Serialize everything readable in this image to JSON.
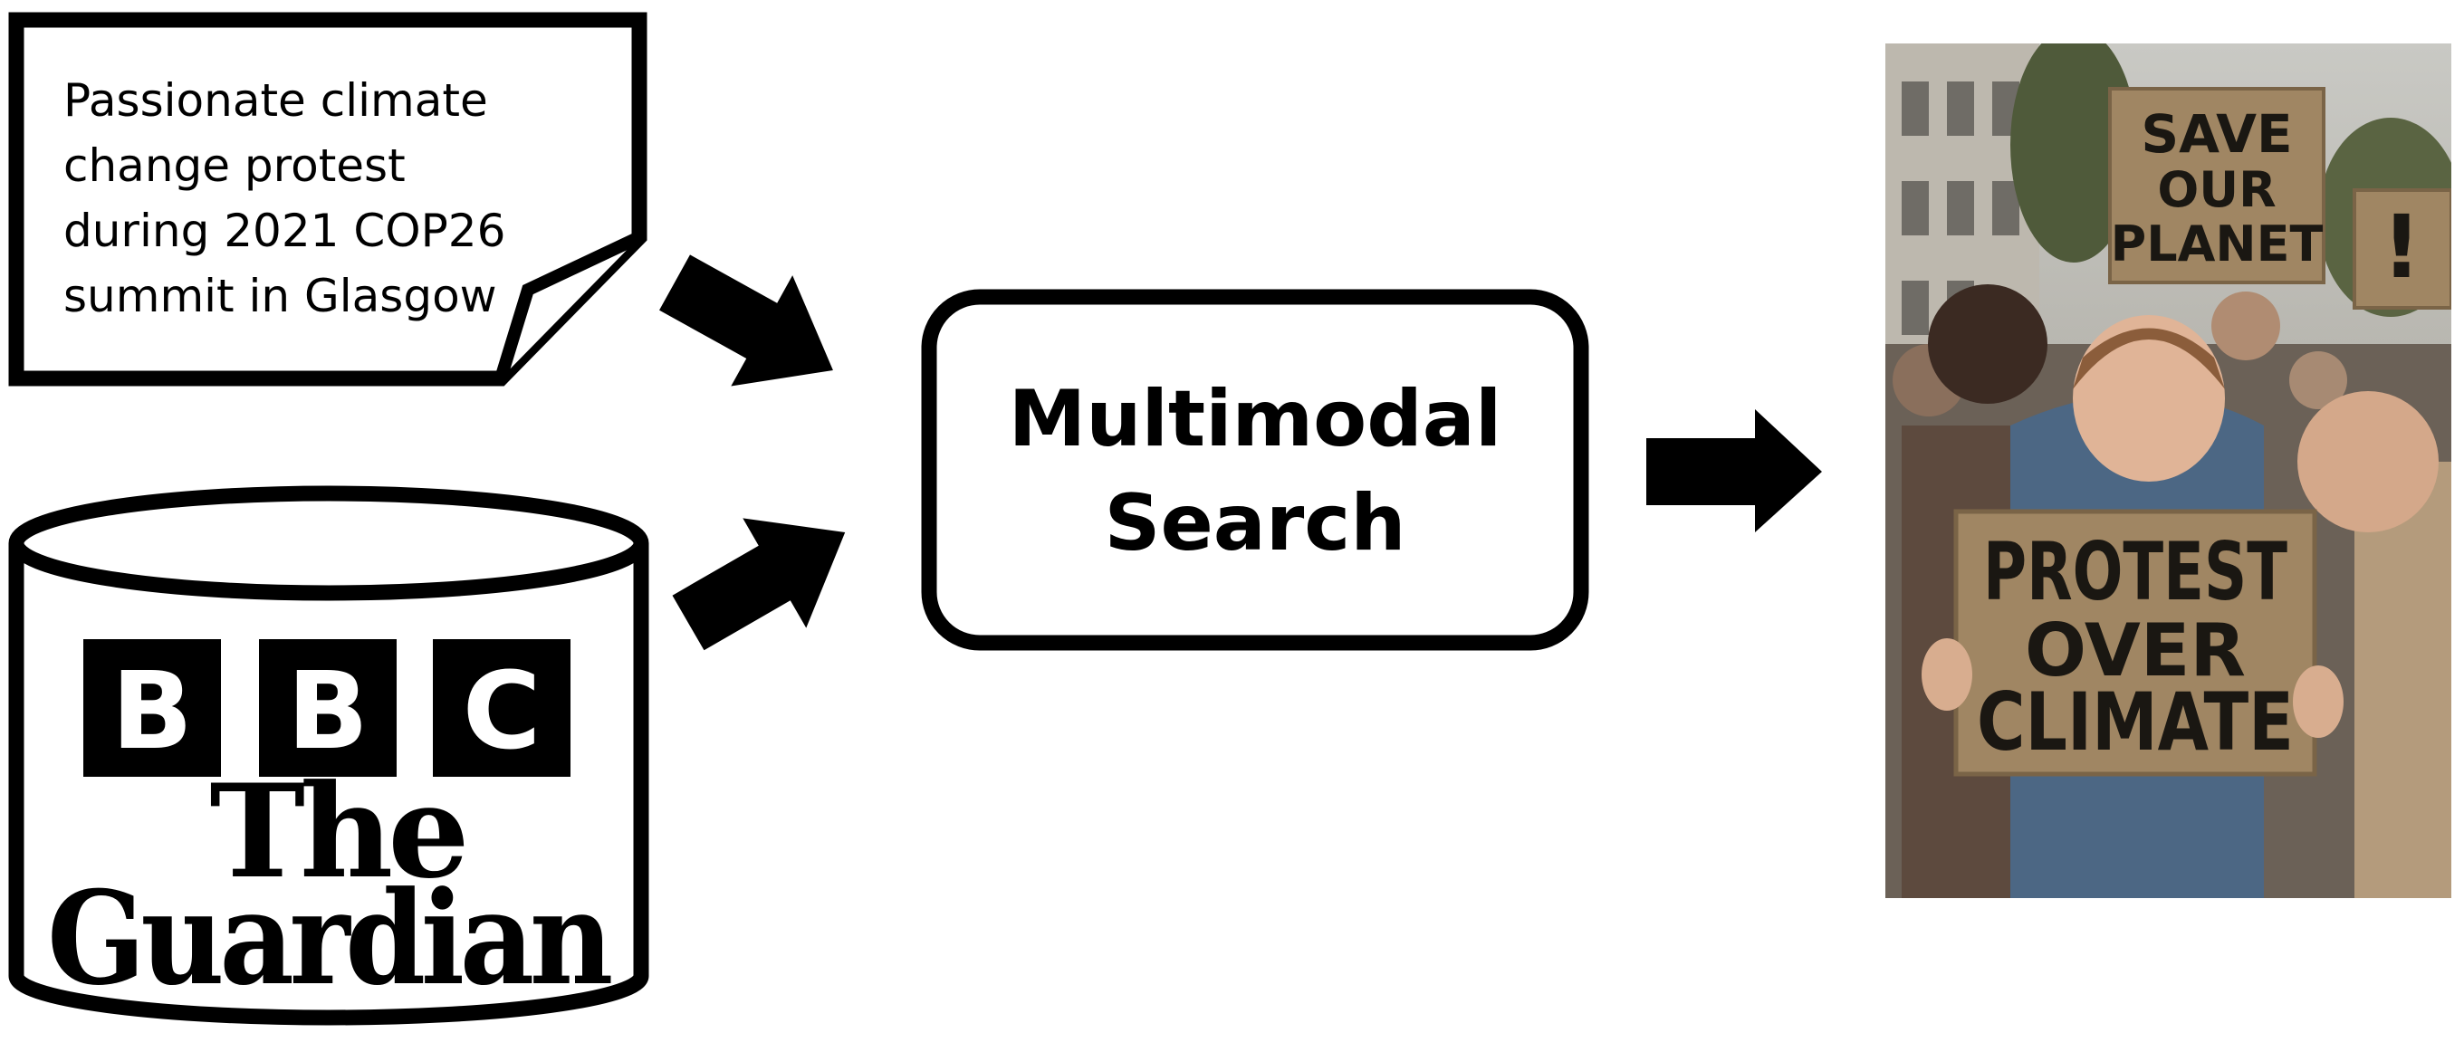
{
  "query": {
    "lines": [
      "Passionate climate",
      "change protest",
      "during 2021 COP26",
      "summit in Glasgow"
    ]
  },
  "database": {
    "bbc_letters": [
      "B",
      "B",
      "C"
    ],
    "guardian_lines": [
      "The",
      "Guardian"
    ]
  },
  "search_box": {
    "lines": [
      "Multimodal",
      "Search"
    ]
  },
  "result_image": {
    "sign_top": [
      "SAVE",
      "OUR",
      "PLANET"
    ],
    "sign_side": "!",
    "sign_main": [
      "PROTEST",
      "OVER",
      "CLIMATE"
    ]
  },
  "colors": {
    "stroke": "#000000",
    "background": "#ffffff",
    "cardboard": "#a08663"
  }
}
